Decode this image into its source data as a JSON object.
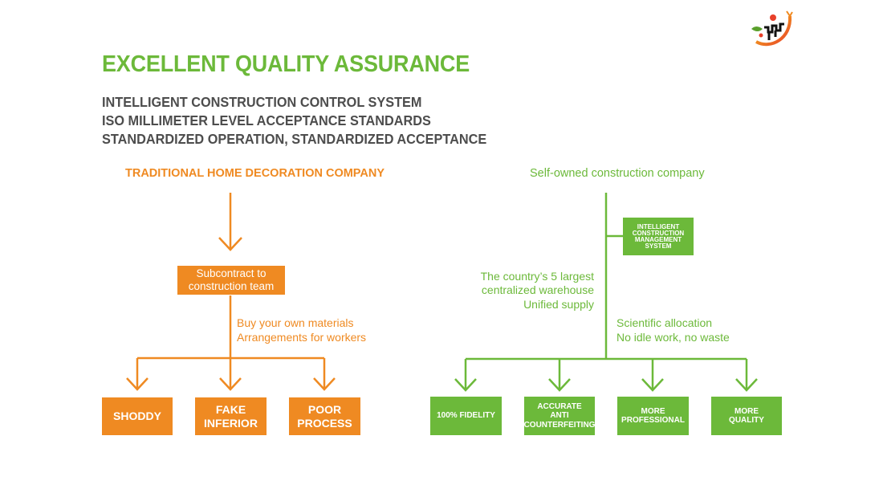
{
  "header": {
    "title": "EXCELLENT QUALITY ASSURANCE",
    "subtitles": [
      "INTELLIGENT CONSTRUCTION CONTROL SYSTEM",
      "ISO MILLIMETER LEVEL ACCEPTANCE STANDARDS",
      "STANDARDIZED OPERATION, STANDARDIZED ACCEPTANCE"
    ],
    "logo_icon": "company-logo-icon"
  },
  "colors": {
    "orange": "#ef8a22",
    "green": "#6cb93a",
    "text_gray": "#4d4d4d"
  },
  "left": {
    "heading": "TRADITIONAL HOME DECORATION COMPANY",
    "middle_box": [
      "Subcontract to",
      "construction team"
    ],
    "notes": [
      "Buy your own materials",
      "Arrangements for workers"
    ],
    "outcomes": [
      [
        "SHODDY"
      ],
      [
        "FAKE",
        "INFERIOR"
      ],
      [
        "POOR",
        "PROCESS"
      ]
    ]
  },
  "right": {
    "heading": "Self-owned construction company",
    "system_box": [
      "INTELLIGENT",
      "CONSTRUCTION",
      "MANAGEMENT SYSTEM"
    ],
    "notes_left": [
      "The country’s 5 largest",
      "centralized warehouse",
      "Unified supply"
    ],
    "notes_right": [
      "Scientific allocation",
      "No idle work, no waste"
    ],
    "outcomes": [
      [
        "100% FIDELITY"
      ],
      [
        "ACCURATE",
        "ANTI",
        "COUNTERFEITING"
      ],
      [
        "MORE",
        "PROFESSIONAL"
      ],
      [
        "MORE",
        "QUALITY"
      ]
    ]
  }
}
